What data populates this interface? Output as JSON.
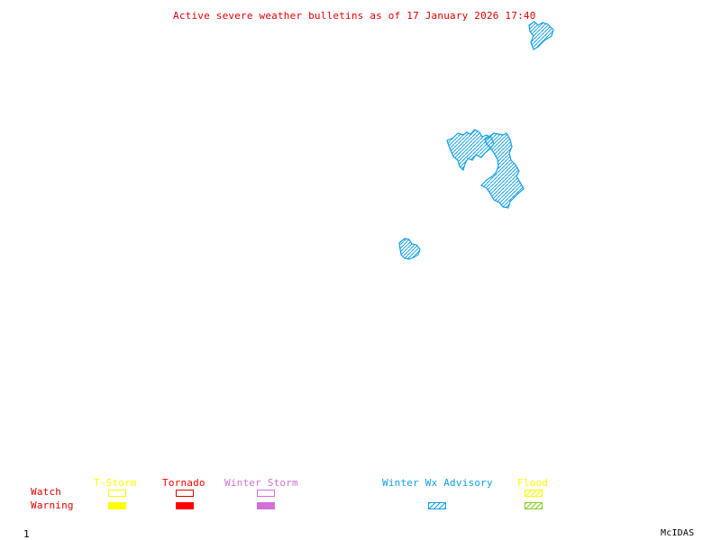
{
  "title": "Active severe weather bulletins as of 17 January 2026 17:40",
  "colors": {
    "title": "#e00000",
    "tstorm": "#ffff00",
    "tornado": "#ff0000",
    "winter_storm": "#d070d8",
    "winter_wx_advisory": "#10a0e8",
    "flood_watch": "#ffff00",
    "flood_warning": "#80d020",
    "row_label": "#e00000"
  },
  "legend": {
    "rows": {
      "watch": "Watch",
      "warning": "Warning"
    },
    "columns": [
      {
        "key": "tstorm",
        "label": "T-Storm",
        "watch": "outline",
        "warning": "filled"
      },
      {
        "key": "tornado",
        "label": "Tornado",
        "watch": "outline",
        "warning": "filled"
      },
      {
        "key": "winter_storm",
        "label": "Winter Storm",
        "watch": "outline",
        "warning": "filled"
      },
      {
        "key": "winter_wx_advisory",
        "label": "Winter Wx Advisory",
        "watch": null,
        "warning": "hatched"
      },
      {
        "key": "flood",
        "label": "Flood",
        "watch": "hatched",
        "warning": "hatched"
      }
    ]
  },
  "footer": {
    "frame_number": "1",
    "brand": "McIDAS"
  },
  "map": {
    "active_areas": [
      {
        "type": "Winter Wx Advisory",
        "region": "north-east edge"
      },
      {
        "type": "Winter Wx Advisory",
        "region": "north-east cluster"
      },
      {
        "type": "Winter Wx Advisory",
        "region": "eastern chain"
      },
      {
        "type": "Winter Wx Advisory",
        "region": "central small area"
      }
    ]
  }
}
